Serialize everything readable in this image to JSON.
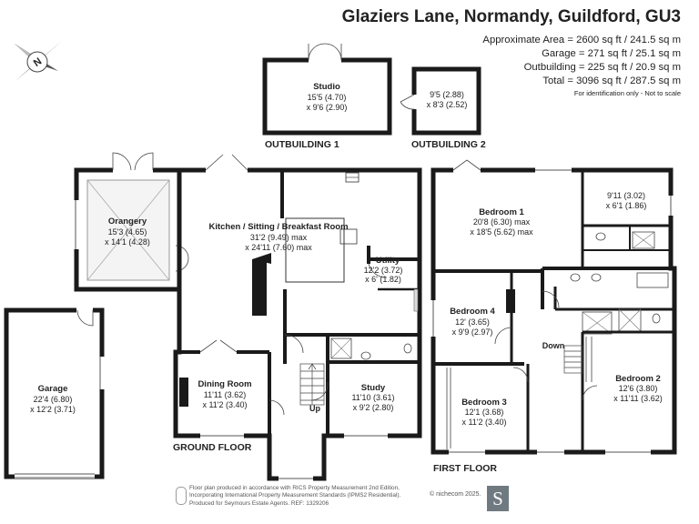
{
  "header": {
    "address": "Glaziers Lane, Normandy, Guildford, GU3"
  },
  "areas": {
    "approximate": "Approximate Area = 2600 sq ft / 241.5 sq m",
    "garage": "Garage = 271 sq ft / 25.1 sq m",
    "outbuilding": "Outbuilding = 225 sq ft / 20.9 sq m",
    "total": "Total = 3096 sq ft / 287.5 sq m",
    "note": "For identification only - Not to scale"
  },
  "compass": {
    "label": "N",
    "icon": "compass-icon"
  },
  "rooms": {
    "studio": {
      "name": "Studio",
      "dim1": "15'5 (4.70)",
      "dim2": "x 9'6 (2.90)"
    },
    "outbuilding2_room": {
      "dim1": "9'5 (2.88)",
      "dim2": "x 8'3 (2.52)"
    },
    "orangery": {
      "name": "Orangery",
      "dim1": "15'3 (4.65)",
      "dim2": "x 14'1 (4.28)"
    },
    "kitchen": {
      "name": "Kitchen / Sitting / Breakfast Room",
      "dim1": "31'2 (9.49) max",
      "dim2": "x 24'11 (7.60) max"
    },
    "utility": {
      "name": "Utility",
      "dim1": "12'2 (3.72)",
      "dim2": "x 6' (1.82)"
    },
    "garage": {
      "name": "Garage",
      "dim1": "22'4 (6.80)",
      "dim2": "x 12'2 (3.71)"
    },
    "dining": {
      "name": "Dining Room",
      "dim1": "11'11 (3.62)",
      "dim2": "x 11'2 (3.40)"
    },
    "study": {
      "name": "Study",
      "dim1": "11'10 (3.61)",
      "dim2": "x 9'2 (2.80)"
    },
    "bedroom1": {
      "name": "Bedroom 1",
      "dim1": "20'8 (6.30) max",
      "dim2": "x 18'5 (5.62) max"
    },
    "dressing": {
      "dim1": "9'11 (3.02)",
      "dim2": "x 6'1 (1.86)"
    },
    "bedroom4": {
      "name": "Bedroom 4",
      "dim1": "12' (3.65)",
      "dim2": "x 9'9 (2.97)"
    },
    "bedroom2": {
      "name": "Bedroom 2",
      "dim1": "12'6 (3.80)",
      "dim2": "x 11'11 (3.62)"
    },
    "bedroom3": {
      "name": "Bedroom 3",
      "dim1": "12'1 (3.68)",
      "dim2": "x 11'2 (3.40)"
    }
  },
  "labels": {
    "outbuilding1": "OUTBUILDING 1",
    "outbuilding2": "OUTBUILDING 2",
    "ground_floor": "GROUND FLOOR",
    "first_floor": "FIRST FLOOR",
    "up": "Up",
    "down": "Down"
  },
  "footer": {
    "line1": "Floor plan produced in accordance with RICS Property Measurement 2nd Edition,",
    "line2": "Incorporating International Property Measurement Standards (IPMS2 Residential).",
    "line3": "Produced for Seymours Estate Agents.   REF: 1329206",
    "copyright": "© nichecom 2025.",
    "logo": "S"
  }
}
